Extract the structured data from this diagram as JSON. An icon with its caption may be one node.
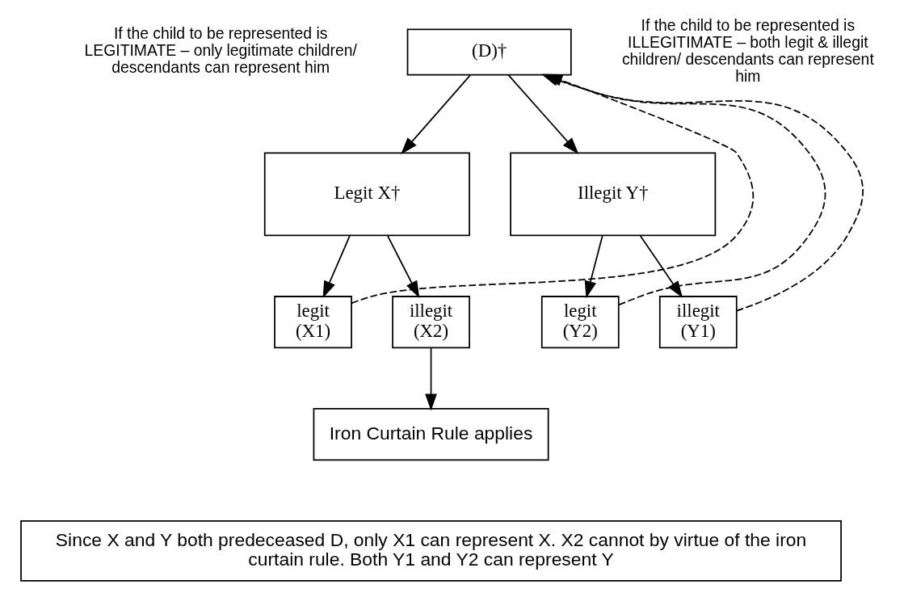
{
  "diagram": {
    "nodes": [
      {
        "text": [
          "(D)†"
        ]
      },
      {
        "text": [
          "Legit X†"
        ]
      },
      {
        "text": [
          "Illegit Y†"
        ]
      },
      {
        "text": [
          "legit (X1)"
        ]
      },
      {
        "text": [
          "illegit (X2)"
        ]
      },
      {
        "text": [
          "legit (Y2)"
        ]
      },
      {
        "text": [
          "illegit (Y1)"
        ]
      },
      {
        "text": [
          "Iron Curtain Rule applies"
        ]
      },
      {
        "text": [
          "Since X and Y both predeceased D, only X1 can represent X. X2 cannot by virtue of the iron curtain rule. Both Y1 and Y2 can represent Y"
        ]
      }
    ],
    "edges": [
      {
        "from": 0,
        "to": 1,
        "arrow": "to"
      },
      {
        "from": 0,
        "to": 2,
        "arrow": "to"
      },
      {
        "from": 1,
        "to": 3,
        "arrow": "to"
      },
      {
        "from": 1,
        "to": 4,
        "arrow": "to"
      },
      {
        "from": 2,
        "to": 5,
        "arrow": "to"
      },
      {
        "from": 2,
        "to": 6,
        "arrow": "to"
      },
      {
        "from": 4,
        "to": 7,
        "arrow": "to"
      },
      {
        "from": 3,
        "to": 0,
        "arrow": "to",
        "style": "dashed"
      },
      {
        "from": 5,
        "to": 0,
        "arrow": "to",
        "style": "dashed"
      },
      {
        "from": 6,
        "to": 0,
        "arrow": "to",
        "style": "dashed"
      }
    ],
    "labels": [
      "If the child to be represented is LEGITIMATE – only legitimate children/ descendants can represent him",
      "If the child to be represented is ILLEGITIMATE – both legit & illegit children/ descendants can represent him"
    ]
  }
}
